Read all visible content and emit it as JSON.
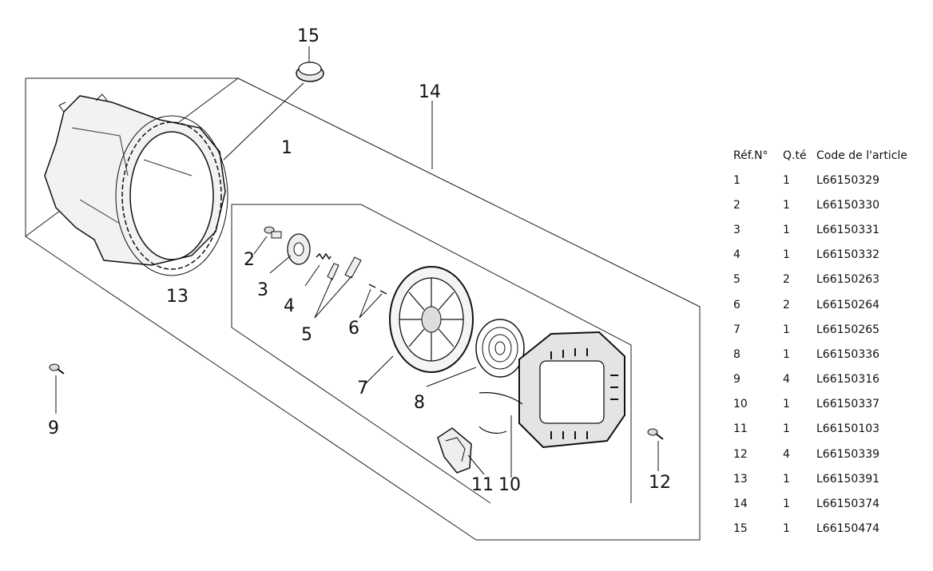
{
  "callouts": {
    "c1": "1",
    "c2": "2",
    "c3": "3",
    "c4": "4",
    "c5": "5",
    "c6": "6",
    "c7": "7",
    "c8": "8",
    "c9": "9",
    "c10": "10",
    "c11": "11",
    "c12": "12",
    "c13": "13",
    "c14": "14",
    "c15": "15"
  },
  "table": {
    "headers": {
      "ref": "Réf.N°",
      "qty": "Q.té",
      "code": "Code de l'article"
    },
    "rows": [
      {
        "ref": "1",
        "qty": "1",
        "code": "L66150329"
      },
      {
        "ref": "2",
        "qty": "1",
        "code": "L66150330"
      },
      {
        "ref": "3",
        "qty": "1",
        "code": "L66150331"
      },
      {
        "ref": "4",
        "qty": "1",
        "code": "L66150332"
      },
      {
        "ref": "5",
        "qty": "2",
        "code": "L66150263"
      },
      {
        "ref": "6",
        "qty": "2",
        "code": "L66150264"
      },
      {
        "ref": "7",
        "qty": "1",
        "code": "L66150265"
      },
      {
        "ref": "8",
        "qty": "1",
        "code": "L66150336"
      },
      {
        "ref": "9",
        "qty": "4",
        "code": "L66150316"
      },
      {
        "ref": "10",
        "qty": "1",
        "code": "L66150337"
      },
      {
        "ref": "11",
        "qty": "1",
        "code": "L66150103"
      },
      {
        "ref": "12",
        "qty": "4",
        "code": "L66150339"
      },
      {
        "ref": "13",
        "qty": "1",
        "code": "L66150391"
      },
      {
        "ref": "14",
        "qty": "1",
        "code": "L66150374"
      },
      {
        "ref": "15",
        "qty": "1",
        "code": "L66150474"
      }
    ]
  }
}
